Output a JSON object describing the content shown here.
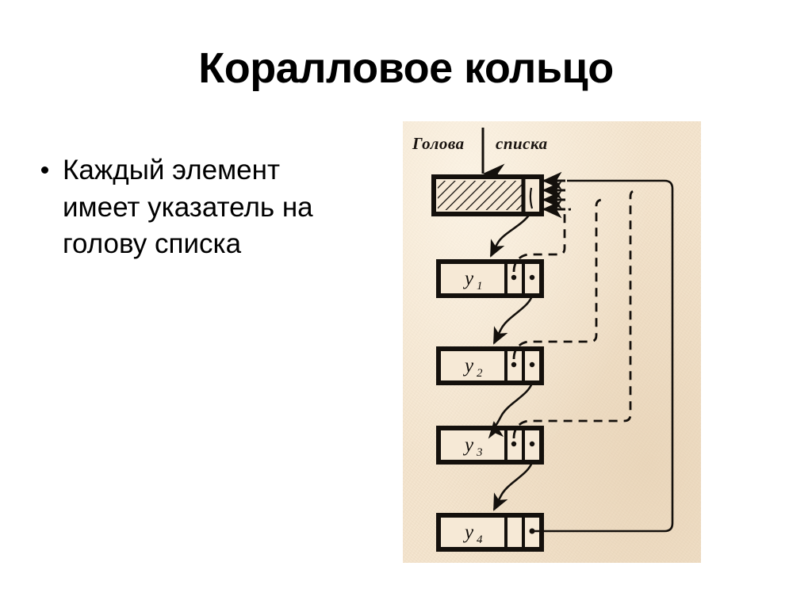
{
  "slide": {
    "title": "Коралловое кольцо",
    "background_color": "#ffffff",
    "text_color": "#000000"
  },
  "bullets": [
    {
      "marker": "bullet-dot",
      "text": "Каждый элемент имеет указатель на голову списка"
    }
  ],
  "diagram": {
    "name": "coral-ring-linked-list",
    "caption": "Голова списка",
    "caption_parts": {
      "first": "Голова",
      "second": "списка"
    },
    "paper_color": "#f4e5cf",
    "ink_color": "#14100c",
    "head_node": {
      "label": "",
      "fill": "hatched",
      "fields": [
        "data",
        "next"
      ]
    },
    "nodes": [
      {
        "label": "y",
        "subscript": "1",
        "fields": [
          "data",
          "head-pointer",
          "next-pointer"
        ]
      },
      {
        "label": "y",
        "subscript": "2",
        "fields": [
          "data",
          "head-pointer",
          "next-pointer"
        ]
      },
      {
        "label": "y",
        "subscript": "3",
        "fields": [
          "data",
          "head-pointer",
          "next-pointer"
        ]
      },
      {
        "label": "y",
        "subscript": "4",
        "fields": [
          "data",
          "head-pointer",
          "next-pointer"
        ]
      }
    ],
    "links": {
      "next_style": "solid",
      "head_back_style": "dashed",
      "ring_close_style": "solid",
      "arrowheads_into_head": 4
    }
  }
}
